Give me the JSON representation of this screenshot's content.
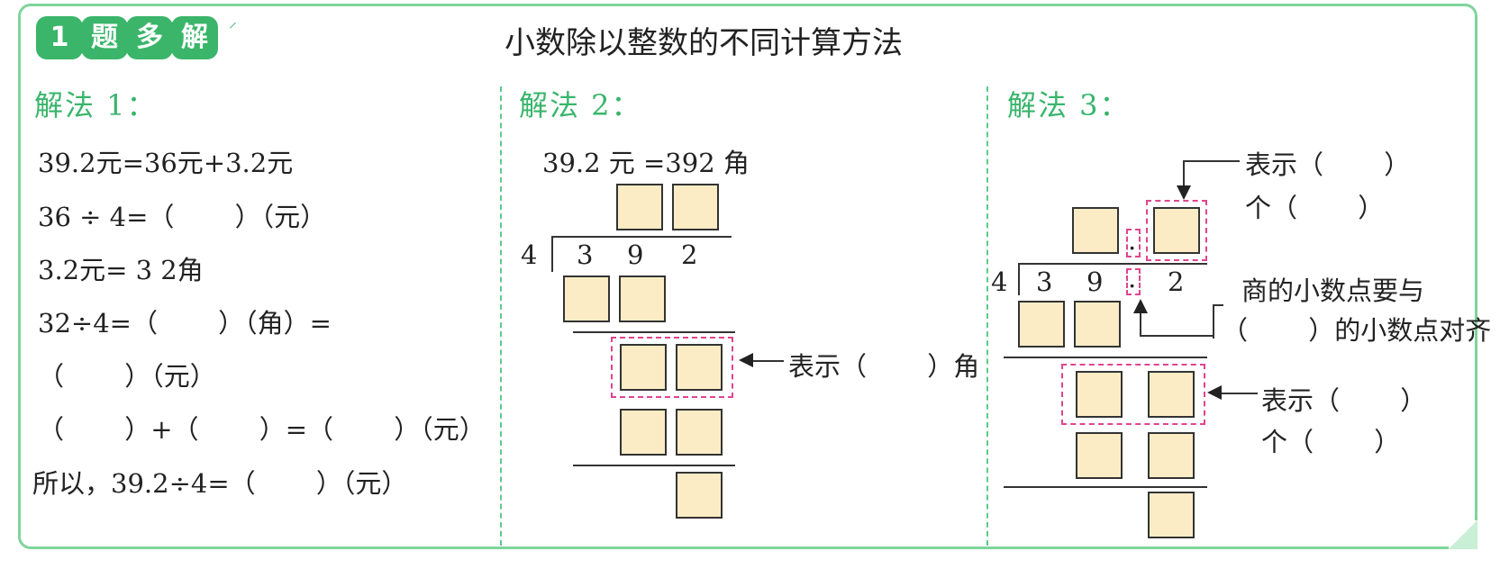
{
  "badge": {
    "chars": [
      "1",
      "题",
      "多",
      "解"
    ]
  },
  "title": "小数除以整数的不同计算方法",
  "method1": {
    "heading": "解法 1：",
    "lines": [
      "39.2元=36元+3.2元",
      "36 ÷ 4=（　　 ）（元）",
      "3.2元= 3 2角",
      "32÷4=（　　 ）（角）=",
      "（　　 ）（元）",
      "（　　 ）+（　　 ）=（　　 ）（元）",
      "所以，39.2÷4=（　　 ）（元）"
    ]
  },
  "method2": {
    "heading": "解法 2：",
    "eq": "39.2 元 =392 角",
    "divisor": "4",
    "dividend": [
      "3",
      "9",
      "2"
    ],
    "note": "表示（　　 ）角"
  },
  "method3": {
    "heading": "解法 3：",
    "divisor": "4",
    "dividend": [
      "3",
      "9",
      ".",
      "2"
    ],
    "quotient_point": ".",
    "note_top": [
      "表示（　　 ）",
      "个（　　 ）"
    ],
    "note_align": [
      "商的小数点要与",
      "（　　 ）的小数点对齐"
    ],
    "note_mid": [
      "表示（　　 ）",
      "个（　　 ）"
    ]
  },
  "colors": {
    "accent": "#3bb56a",
    "box_fill": "#fbecc5",
    "dash": "#e0448f",
    "border": "#7fd49b"
  }
}
